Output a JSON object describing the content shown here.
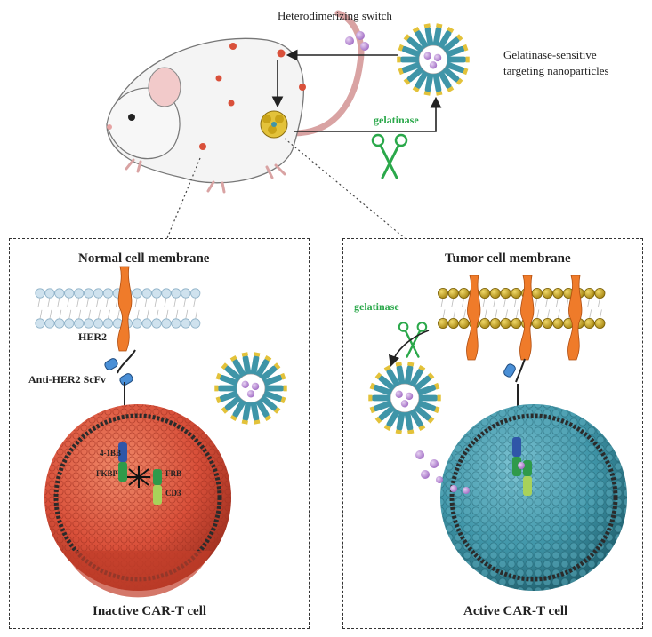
{
  "top": {
    "switch_label": "Heterodimerizing switch",
    "nanoparticle_label_line1": "Gelatinase-sensitive",
    "nanoparticle_label_line2": "targeting nanoparticles",
    "gelatinase_label": "gelatinase"
  },
  "left_panel": {
    "title": "Normal cell membrane",
    "her2_label": "HER2",
    "scfv_label": "Anti-HER2 ScFv",
    "domain_41bb": "4-1BB",
    "domain_fkbp": "FKBP",
    "domain_frb": "FRB",
    "domain_cd3": "CD3",
    "caption": "Inactive CAR-T cell"
  },
  "right_panel": {
    "title": "Tumor cell membrane",
    "gelatinase_label": "gelatinase",
    "caption": "Active CAR-T cell"
  },
  "colors": {
    "inactive_cell": "#d9503a",
    "active_cell": "#3f95a8",
    "receptor": "#ef7b2a",
    "gelatinase_green": "#2aa84a",
    "switch_purple": "#b57ad1",
    "tumor_bead": "#c9a318",
    "normal_bead": "#bfd6e6"
  }
}
